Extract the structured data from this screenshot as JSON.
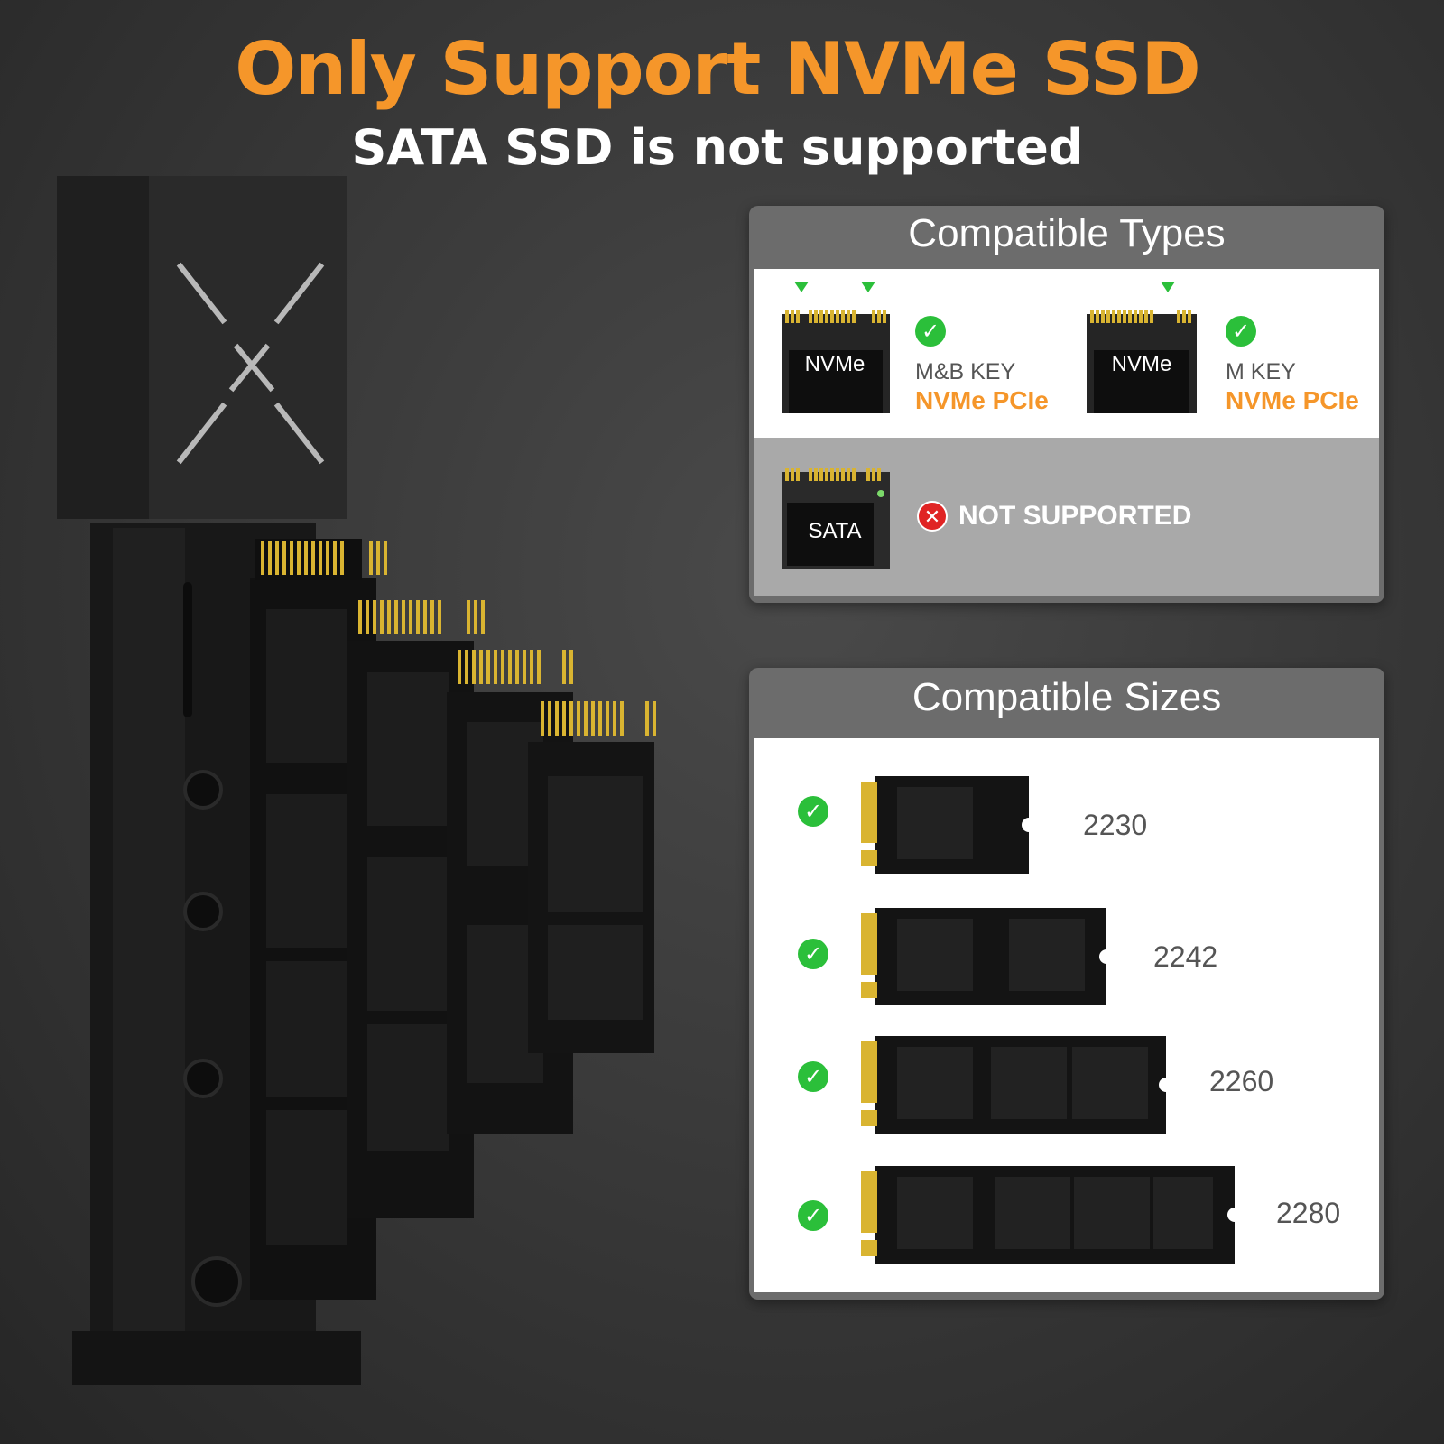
{
  "headline": "Only Support NVMe SSD",
  "subhead": "SATA SSD is not supported",
  "types_panel": {
    "title": "Compatible Types",
    "supported": [
      {
        "card_label": "NVMe",
        "key": "M&B KEY",
        "protocol": "NVMe PCIe",
        "status_icon": "check-icon"
      },
      {
        "card_label": "NVMe",
        "key": "M KEY",
        "protocol": "NVMe PCIe",
        "status_icon": "check-icon"
      }
    ],
    "unsupported": {
      "card_label": "SATA",
      "status": "NOT SUPPORTED",
      "status_icon": "x-icon"
    }
  },
  "sizes_panel": {
    "title": "Compatible Sizes",
    "sizes": [
      "2230",
      "2242",
      "2260",
      "2280"
    ]
  },
  "colors": {
    "accent": "#f5962a",
    "check": "#2bbf3a",
    "cross": "#e02424"
  }
}
